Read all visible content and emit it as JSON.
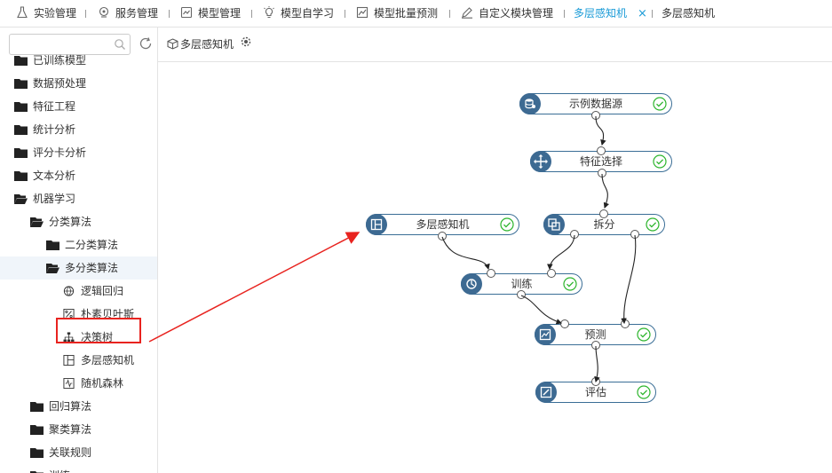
{
  "tabs": [
    {
      "label": "实验管理"
    },
    {
      "label": "服务管理"
    },
    {
      "label": "模型管理"
    },
    {
      "label": "模型自学习"
    },
    {
      "label": "模型批量预测"
    },
    {
      "label": "自定义模块管理"
    },
    {
      "label": "多层感知机",
      "close": "×"
    },
    {
      "label": "多层感知机"
    }
  ],
  "sidebar": {
    "search_value": "",
    "items": [
      {
        "label": "已训练模型"
      },
      {
        "label": "数据预处理"
      },
      {
        "label": "特征工程"
      },
      {
        "label": "统计分析"
      },
      {
        "label": "评分卡分析"
      },
      {
        "label": "文本分析"
      },
      {
        "label": "机器学习"
      },
      {
        "label": "分类算法"
      },
      {
        "label": "二分类算法"
      },
      {
        "label": "多分类算法"
      },
      {
        "label": "逻辑回归"
      },
      {
        "label": "朴素贝叶斯"
      },
      {
        "label": "决策树"
      },
      {
        "label": "多层感知机"
      },
      {
        "label": "随机森林"
      },
      {
        "label": "回归算法"
      },
      {
        "label": "聚类算法"
      },
      {
        "label": "关联规则"
      },
      {
        "label": "训练"
      }
    ]
  },
  "canvas": {
    "title": "多层感知机",
    "nodes": [
      {
        "label": "示例数据源"
      },
      {
        "label": "特征选择"
      },
      {
        "label": "多层感知机"
      },
      {
        "label": "拆分"
      },
      {
        "label": "训练"
      },
      {
        "label": "预测"
      },
      {
        "label": "评估"
      }
    ]
  },
  "colors": {
    "accent": "#1a9bd7",
    "node_border": "#3a6e96",
    "node_icon_bg": "#3d6a92",
    "success": "#2db52d",
    "highlight": "#e8231f"
  }
}
